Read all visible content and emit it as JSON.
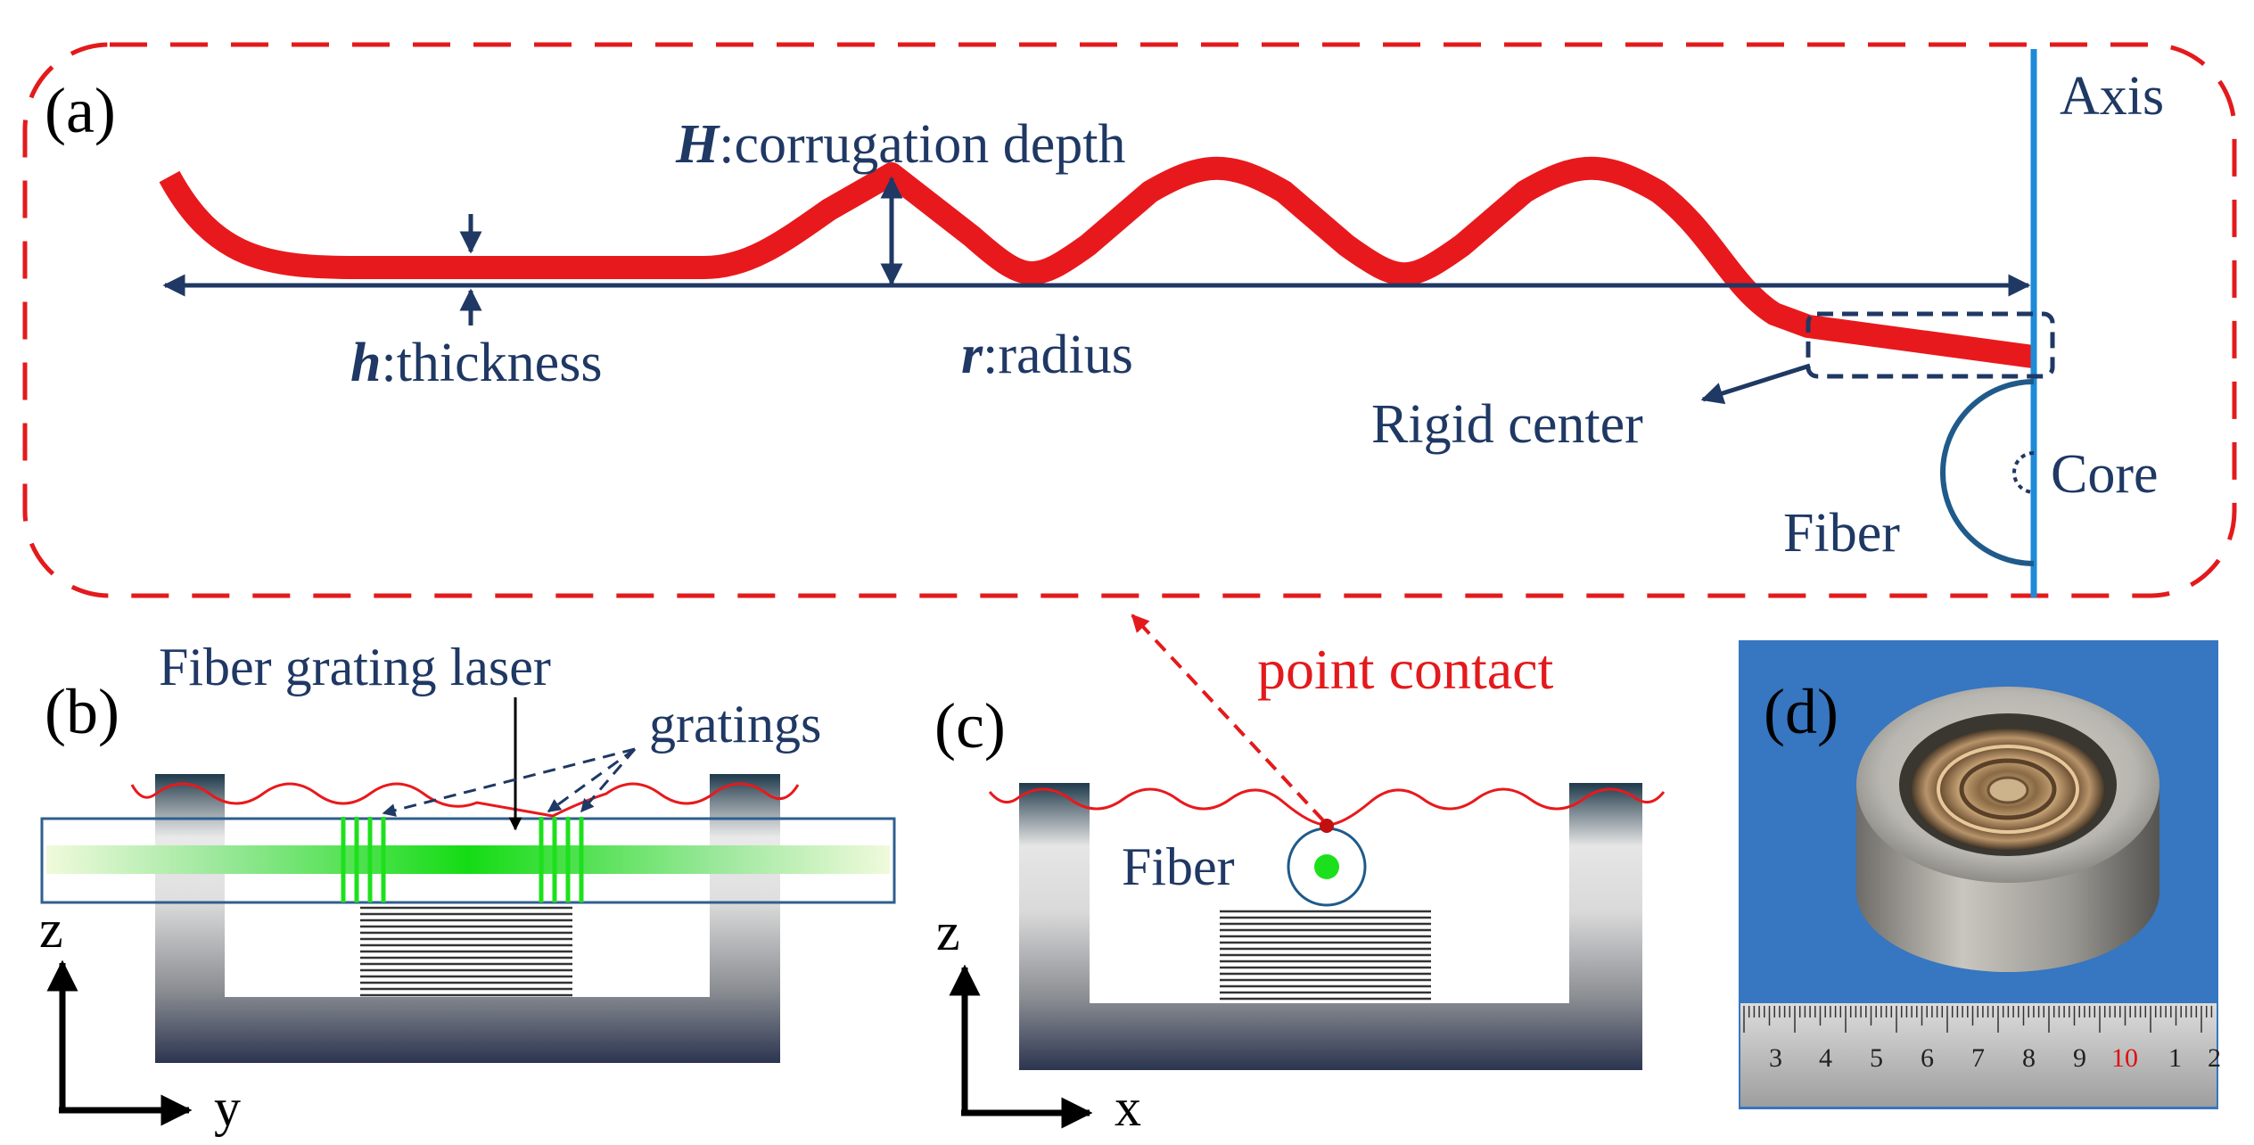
{
  "panel_a": {
    "label": "(a)",
    "axis_label": "Axis",
    "depth_var": "H",
    "depth_text": ":corrugation depth",
    "thickness_var": "h",
    "thickness_text": ":thickness",
    "radius_var": "r",
    "radius_text": ":radius",
    "rigid_center": "Rigid center",
    "fiber": "Fiber",
    "core": "Core"
  },
  "panel_b": {
    "label": "(b)",
    "laser": "Fiber grating laser",
    "gratings": "gratings",
    "axis_z": "z",
    "axis_y": "y"
  },
  "panel_c": {
    "label": "(c)",
    "point_contact": "point contact",
    "fiber": "Fiber",
    "axis_z": "z",
    "axis_x": "x"
  },
  "panel_d": {
    "label": "(d)",
    "ruler_numbers": [
      "3",
      "4",
      "5",
      "6",
      "7",
      "8",
      "9",
      "10",
      "1",
      "2"
    ]
  },
  "colors": {
    "diaphragm": "#e8191c",
    "navy": "#1f3864",
    "axis_blue": "#1f8ad8",
    "border_red": "#e31a1c",
    "laser_green": "#1de01d",
    "photo_blue": "#3e7fc9"
  }
}
